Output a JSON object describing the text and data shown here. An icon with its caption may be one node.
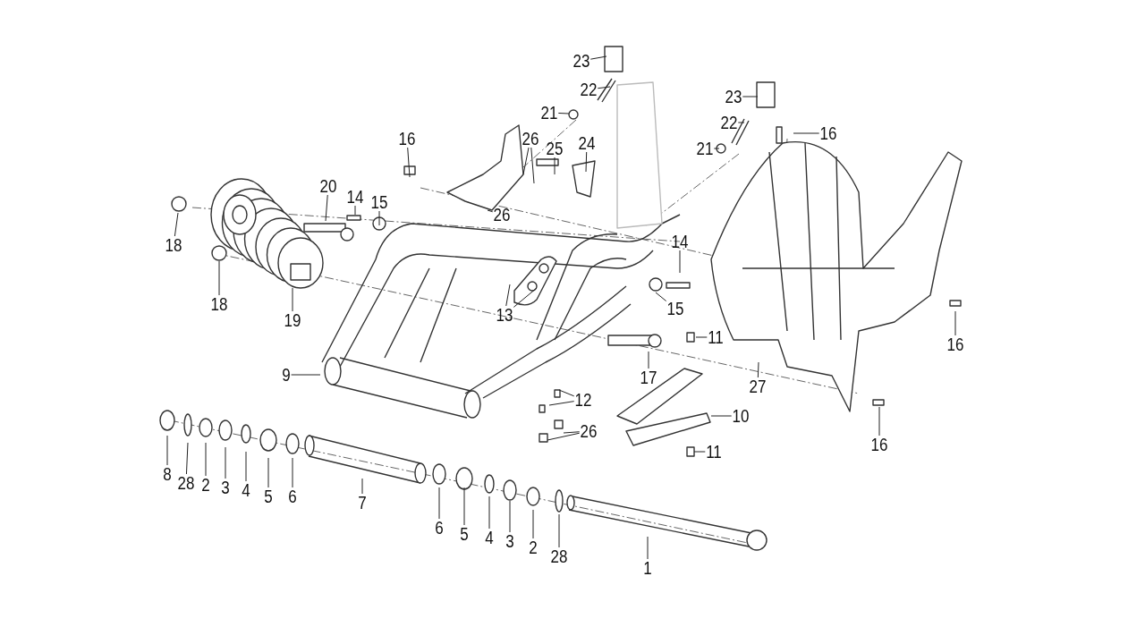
{
  "diagram": {
    "nodes": [
      {
        "text": [
          "23"
        ]
      },
      {
        "text": [
          "22"
        ]
      },
      {
        "text": [
          "21"
        ]
      },
      {
        "text": [
          "23"
        ]
      },
      {
        "text": [
          "22"
        ]
      },
      {
        "text": [
          "16"
        ]
      },
      {
        "text": [
          "21"
        ]
      },
      {
        "text": [
          "26"
        ]
      },
      {
        "text": [
          "25"
        ]
      },
      {
        "text": [
          "24"
        ]
      },
      {
        "text": [
          "16"
        ]
      },
      {
        "text": [
          "20"
        ]
      },
      {
        "text": [
          "14"
        ]
      },
      {
        "text": [
          "15"
        ]
      },
      {
        "text": [
          "26"
        ]
      },
      {
        "text": [
          "14"
        ]
      },
      {
        "text": [
          "18"
        ]
      },
      {
        "text": [
          "18"
        ]
      },
      {
        "text": [
          "19"
        ]
      },
      {
        "text": [
          "13"
        ]
      },
      {
        "text": [
          "15"
        ]
      },
      {
        "text": [
          "16"
        ]
      },
      {
        "text": [
          "11"
        ]
      },
      {
        "text": [
          "9"
        ]
      },
      {
        "text": [
          "17"
        ]
      },
      {
        "text": [
          "27"
        ]
      },
      {
        "text": [
          "12"
        ]
      },
      {
        "text": [
          "10"
        ]
      },
      {
        "text": [
          "26"
        ]
      },
      {
        "text": [
          "16"
        ]
      },
      {
        "text": [
          "11"
        ]
      },
      {
        "text": [
          "8"
        ]
      },
      {
        "text": [
          "28"
        ]
      },
      {
        "text": [
          "2"
        ]
      },
      {
        "text": [
          "3"
        ]
      },
      {
        "text": [
          "4"
        ]
      },
      {
        "text": [
          "5"
        ]
      },
      {
        "text": [
          "6"
        ]
      },
      {
        "text": [
          "7"
        ]
      },
      {
        "text": [
          "6"
        ]
      },
      {
        "text": [
          "5"
        ]
      },
      {
        "text": [
          "4"
        ]
      },
      {
        "text": [
          "3"
        ]
      },
      {
        "text": [
          "2"
        ]
      },
      {
        "text": [
          "28"
        ]
      },
      {
        "text": [
          "1"
        ]
      }
    ],
    "edges": [
      {
        "from": 0,
        "to": null,
        "arrow": "none"
      },
      {
        "from": 1,
        "to": null,
        "arrow": "none"
      },
      {
        "from": 2,
        "to": null,
        "arrow": "none"
      },
      {
        "from": 3,
        "to": null,
        "arrow": "none"
      },
      {
        "from": 4,
        "to": null,
        "arrow": "none"
      },
      {
        "from": 5,
        "to": null,
        "arrow": "none"
      },
      {
        "from": 6,
        "to": null,
        "arrow": "none"
      },
      {
        "from": 7,
        "to": null,
        "arrow": "none"
      },
      {
        "from": 7,
        "to": null,
        "arrow": "none"
      },
      {
        "from": 8,
        "to": null,
        "arrow": "none"
      },
      {
        "from": 9,
        "to": null,
        "arrow": "none"
      },
      {
        "from": 10,
        "to": null,
        "arrow": "none"
      },
      {
        "from": 11,
        "to": null,
        "arrow": "none"
      },
      {
        "from": 12,
        "to": null,
        "arrow": "none"
      },
      {
        "from": 13,
        "to": null,
        "arrow": "none"
      },
      {
        "from": 14,
        "to": null,
        "arrow": "none"
      },
      {
        "from": 15,
        "to": null,
        "arrow": "none"
      },
      {
        "from": 16,
        "to": null,
        "arrow": "none"
      },
      {
        "from": 17,
        "to": null,
        "arrow": "none"
      },
      {
        "from": 18,
        "to": null,
        "arrow": "none"
      },
      {
        "from": 19,
        "to": null,
        "arrow": "none"
      },
      {
        "from": 19,
        "to": null,
        "arrow": "none"
      },
      {
        "from": 20,
        "to": null,
        "arrow": "none"
      },
      {
        "from": 21,
        "to": null,
        "arrow": "none"
      },
      {
        "from": 22,
        "to": null,
        "arrow": "none"
      },
      {
        "from": 23,
        "to": null,
        "arrow": "none"
      },
      {
        "from": 24,
        "to": null,
        "arrow": "none"
      },
      {
        "from": 25,
        "to": null,
        "arrow": "none"
      },
      {
        "from": 26,
        "to": null,
        "arrow": "none"
      },
      {
        "from": 26,
        "to": null,
        "arrow": "none"
      },
      {
        "from": 27,
        "to": null,
        "arrow": "none"
      },
      {
        "from": 28,
        "to": null,
        "arrow": "none"
      },
      {
        "from": 28,
        "to": null,
        "arrow": "none"
      },
      {
        "from": 29,
        "to": null,
        "arrow": "none"
      },
      {
        "from": 30,
        "to": null,
        "arrow": "none"
      },
      {
        "from": 31,
        "to": null,
        "arrow": "none"
      },
      {
        "from": 32,
        "to": null,
        "arrow": "none"
      },
      {
        "from": 33,
        "to": null,
        "arrow": "none"
      },
      {
        "from": 34,
        "to": null,
        "arrow": "none"
      },
      {
        "from": 35,
        "to": null,
        "arrow": "none"
      },
      {
        "from": 36,
        "to": null,
        "arrow": "none"
      },
      {
        "from": 37,
        "to": null,
        "arrow": "none"
      },
      {
        "from": 38,
        "to": null,
        "arrow": "none"
      },
      {
        "from": 39,
        "to": null,
        "arrow": "none"
      },
      {
        "from": 40,
        "to": null,
        "arrow": "none"
      },
      {
        "from": 41,
        "to": null,
        "arrow": "none"
      },
      {
        "from": 42,
        "to": null,
        "arrow": "none"
      },
      {
        "from": 43,
        "to": null,
        "arrow": "none"
      },
      {
        "from": 44,
        "to": null,
        "arrow": "none"
      },
      {
        "from": 45,
        "to": null,
        "arrow": "none"
      }
    ]
  }
}
